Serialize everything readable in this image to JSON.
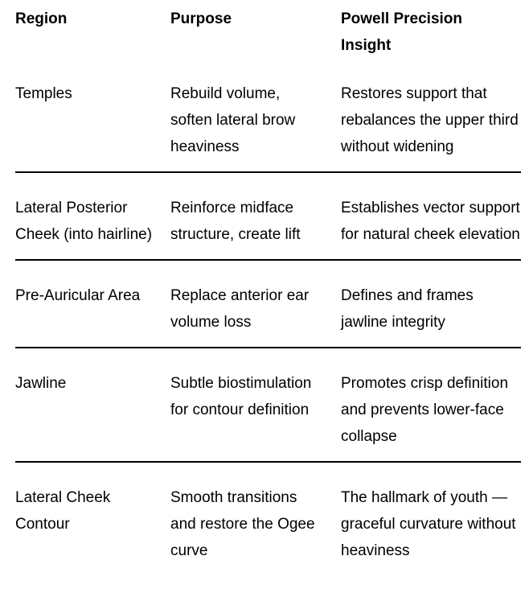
{
  "page": {
    "background_color": "#ffffff",
    "text_color": "#000000",
    "divider_color": "#000000"
  },
  "table": {
    "columns": [
      "Region",
      "Purpose",
      "Powell Precision Insight"
    ],
    "rows": [
      {
        "region": "Temples",
        "purpose": "Rebuild volume, soften lateral brow heaviness",
        "insight": "Restores support that rebalances the upper third without widening"
      },
      {
        "region": "Lateral Posterior Cheek (into hairline)",
        "purpose": "Reinforce midface structure, create lift",
        "insight": "Establishes vector support for natural cheek elevation"
      },
      {
        "region": "Pre-Auricular Area",
        "purpose": "Replace anterior ear volume loss",
        "insight": "Defines and frames jawline integrity"
      },
      {
        "region": "Jawline",
        "purpose": "Subtle biostimulation for contour definition",
        "insight": "Promotes crisp definition and prevents lower-face collapse"
      },
      {
        "region": "Lateral Cheek Contour",
        "purpose": "Smooth transitions and restore the Ogee curve",
        "insight": "The hallmark of youth — graceful curvature without heaviness"
      }
    ]
  }
}
